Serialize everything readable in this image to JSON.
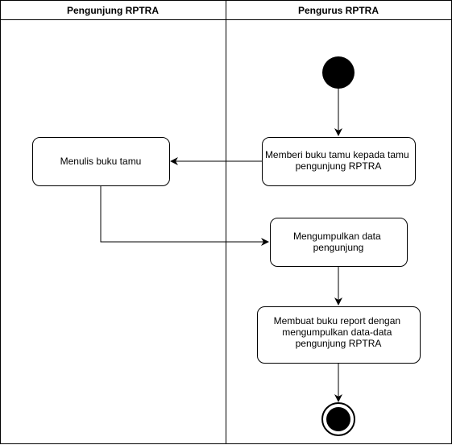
{
  "swimlanes": [
    {
      "title": "Pengunjung RPTRA"
    },
    {
      "title": "Pengurus RPTRA"
    }
  ],
  "activities": {
    "menulis": {
      "lines": [
        "Menulis buku tamu"
      ]
    },
    "memberi": {
      "lines": [
        "Memberi buku tamu kepada tamu",
        "pengunjung RPTRA"
      ]
    },
    "mengumpulkan": {
      "lines": [
        "Mengumpulkan data",
        "pengunjung"
      ]
    },
    "membuat": {
      "lines": [
        "Membuat buku report dengan",
        "mengumpulkan data-data",
        "pengunjung RPTRA"
      ]
    }
  },
  "colors": {
    "line": "#000000",
    "background": "#ffffff",
    "node_fill": "#000000"
  }
}
